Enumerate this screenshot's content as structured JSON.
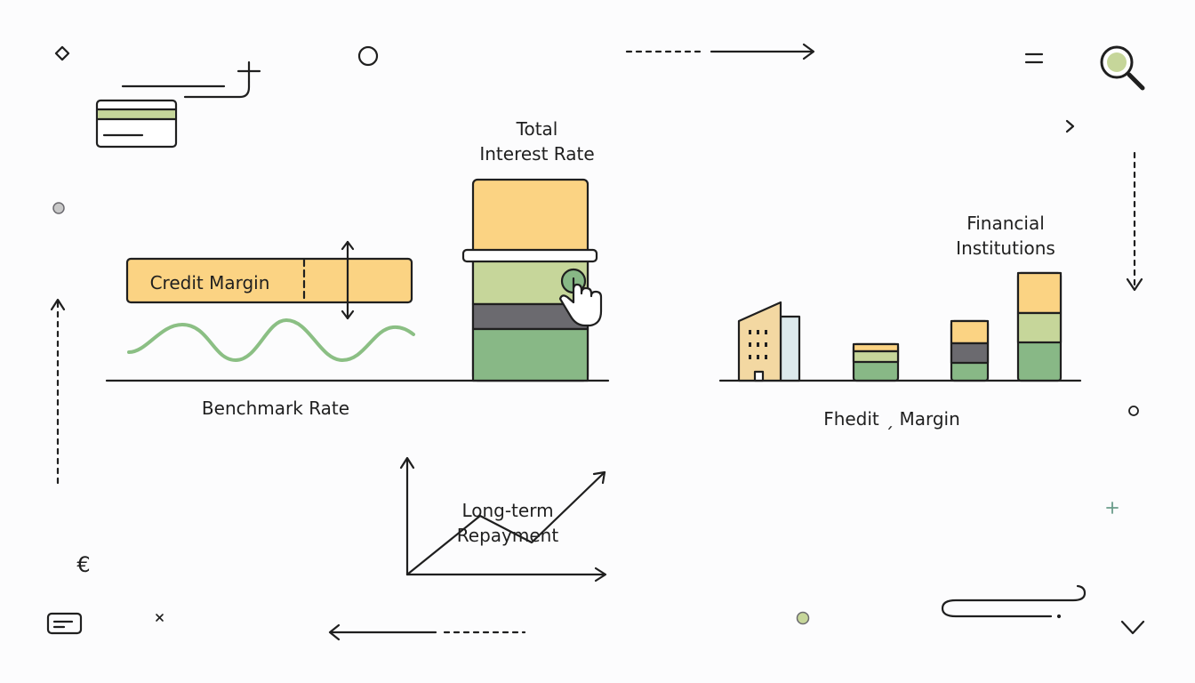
{
  "labels": {
    "total_interest_rate": [
      "Total",
      "Interest Rate"
    ],
    "credit_margin": "Credit Margin",
    "benchmark_rate": "Benchmark Rate",
    "financial_institutions": [
      "Financial",
      "Institutions"
    ],
    "fhedit_margin": "Fhedit ˏ Margin",
    "long_term_repayment": [
      "Long-term",
      "Repayment"
    ],
    "euro_symbol": "€"
  },
  "colors": {
    "yellow": "#fbd383",
    "light_green": "#c6d69a",
    "gray": "#6b6a6f",
    "green": "#88b886",
    "wave_green": "#8bbf84",
    "building_tan": "#f3d8a2",
    "building_blue": "#dce9ec",
    "stroke": "#1f1f1f",
    "dot_gray": "#c9c9c9"
  },
  "icons": [
    "diamond-icon",
    "circle-icon",
    "card-icon",
    "crosshair-icon",
    "arrow-right-icon",
    "equals-icon",
    "magnifier-icon",
    "chevron-right-icon",
    "dot-icon",
    "arrow-down-icon",
    "arrow-up-icon",
    "building-icon",
    "hand-pointer-icon",
    "plus-icon",
    "chevron-down-icon",
    "arrow-left-icon",
    "message-icon",
    "sparkle-icon",
    "euro-icon"
  ]
}
